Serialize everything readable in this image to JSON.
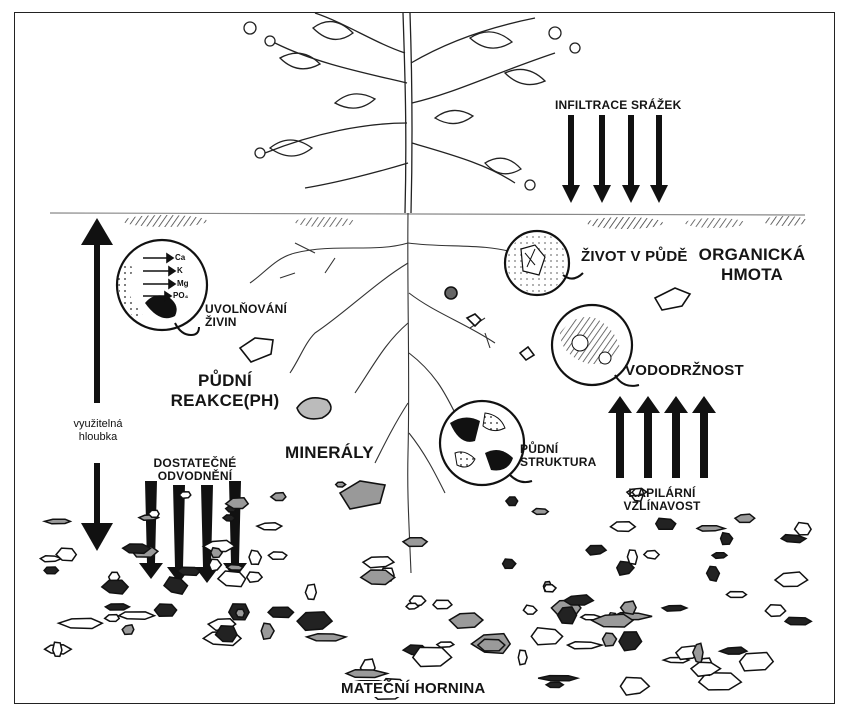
{
  "labels": {
    "infiltration": "INFILTRACE SRÁŽEK",
    "soil_life": "ŽIVOT V PŮDĚ",
    "organic_matter_1": "ORGANICKÁ",
    "organic_matter_2": "HMOTA",
    "nutrient_release_1": "UVOLŇOVÁNÍ",
    "nutrient_release_2": "ŽIVIN",
    "water_retention": "VODODRŽNOST",
    "soil_reaction_1": "PŮDNÍ",
    "soil_reaction_2": "REAKCE(pH)",
    "usable_depth_1": "využitelná",
    "usable_depth_2": "hloubka",
    "minerals": "MINERÁLY",
    "soil_structure_1": "PŮDNÍ",
    "soil_structure_2": "STRUKTURA",
    "drainage_1": "DOSTATEČNÉ",
    "drainage_2": "ODVODNĚNÍ",
    "capillary_1": "KAPILÁRNÍ",
    "capillary_2": "VZLÍNAVOST",
    "parent_rock": "MATEČNÍ HORNINA"
  },
  "nutrients": [
    "Ca",
    "K",
    "Mg",
    "PO₄"
  ],
  "colors": {
    "ink": "#151515",
    "paper": "#ffffff"
  }
}
